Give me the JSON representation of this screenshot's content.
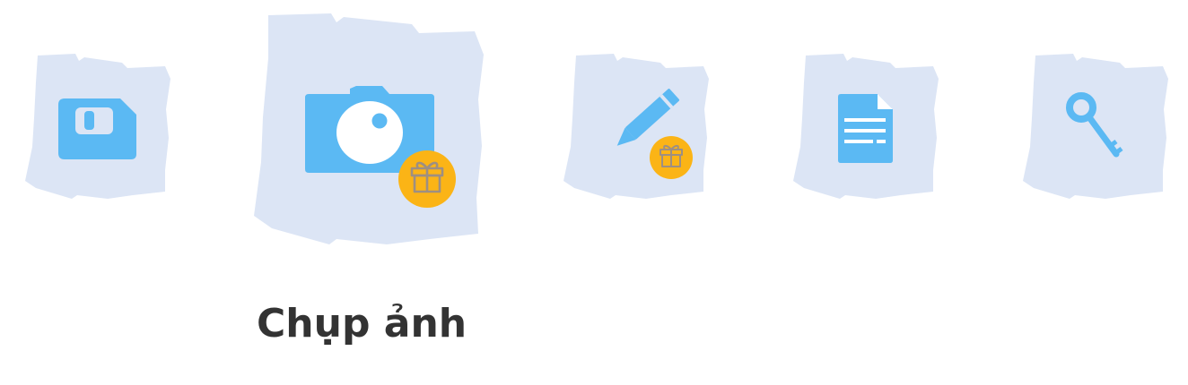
{
  "colors": {
    "tile_background": "#dce5f5",
    "icon_blue": "#5bb9f3",
    "gift_badge": "#fbb416",
    "gift_icon": "#9e8f82",
    "label_text": "#333333"
  },
  "tiles": [
    {
      "id": "save",
      "icon": "floppy-disk-icon",
      "has_gift": false,
      "selected": false
    },
    {
      "id": "camera",
      "icon": "camera-icon",
      "has_gift": true,
      "selected": true,
      "label": "Chụp ảnh"
    },
    {
      "id": "edit",
      "icon": "pencil-icon",
      "has_gift": true,
      "selected": false
    },
    {
      "id": "document",
      "icon": "document-icon",
      "has_gift": false,
      "selected": false
    },
    {
      "id": "key",
      "icon": "key-icon",
      "has_gift": false,
      "selected": false
    }
  ]
}
